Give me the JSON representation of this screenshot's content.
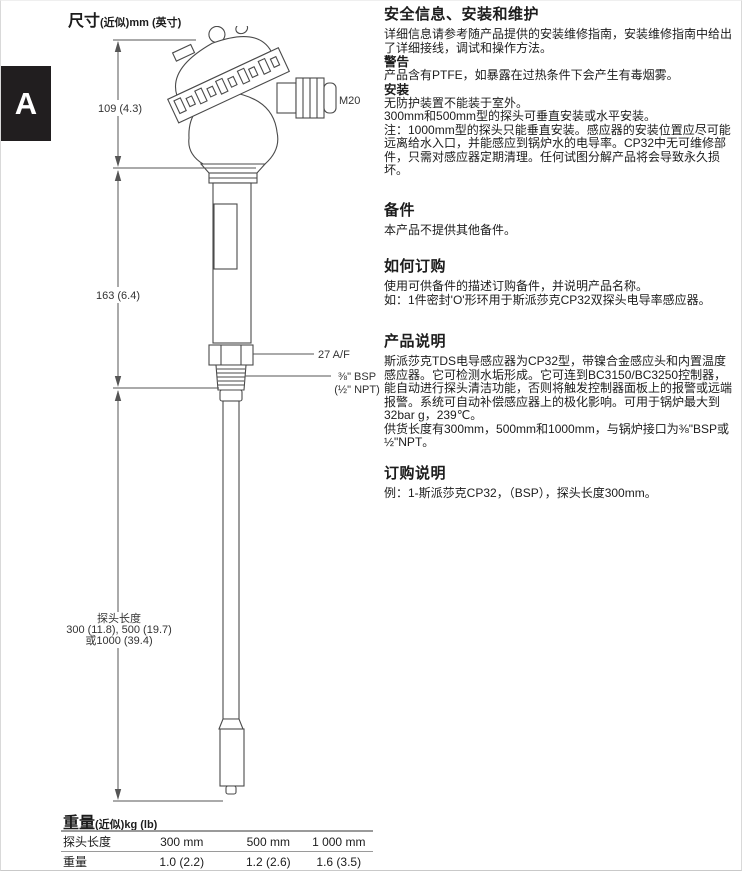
{
  "page": {
    "tab_label": "A"
  },
  "drawing": {
    "title": "尺寸",
    "title_note": "(近似)mm (英寸)",
    "dim_head_height": "109 (4.3)",
    "dim_body_height": "163 (6.4)",
    "probe_length_line1": "探头长度",
    "probe_length_line2": "300 (11.8), 500 (19.7)",
    "probe_length_line3": "或1000 (39.4)",
    "gland_label": "M20",
    "nut_label": "27 A/F",
    "thread_label_line1": "⅜\" BSP",
    "thread_label_line2": "(½\" NPT)"
  },
  "safety": {
    "heading": "安全信息、安装和维护",
    "intro": "详细信息请参考随产品提供的安装维修指南，安装维修指南中给出了详细接线，调试和操作方法。",
    "warning_heading": "警告",
    "warning_text": "产品含有PTFE，如暴露在过热条件下会产生有毒烟雾。",
    "install_heading": "安装",
    "install_text_1": "无防护装置不能装于室外。",
    "install_text_2": "300mm和500mm型的探头可垂直安装或水平安装。",
    "install_text_3": "注：1000mm型的探头只能垂直安装。感应器的安装位置应尽可能远离给水入口，并能感应到锅炉水的电导率。CP32中无可维修部件，只需对感应器定期清理。任何试图分解产品将会导致永久损坏。"
  },
  "spares": {
    "heading": "备件",
    "text": "本产品不提供其他备件。"
  },
  "how_to_order": {
    "heading": "如何订购",
    "text_1": "使用可供备件的描述订购备件，并说明产品名称。",
    "text_2": "如：1件密封'O'形环用于斯派莎克CP32双探头电导率感应器。"
  },
  "product_description": {
    "heading": "产品说明",
    "text_1": "斯派莎克TDS电导感应器为CP32型，带镍合金感应头和内置温度感应器。它可检测水垢形成。它可连到BC3150/BC3250控制器，能自动进行探头清洁功能，否则将触发控制器面板上的报警或远端报警。系统可自动补偿感应器上的极化影响。可用于锅炉最大到32bar g，239℃。",
    "text_2": "供货长度有300mm，500mm和1000mm，与锅炉接口为⅜\"BSP或½\"NPT。"
  },
  "ordering_info": {
    "heading": "订购说明",
    "text": "例：1-斯派莎克CP32，（BSP），探头长度300mm。"
  },
  "weight": {
    "title": "重量",
    "title_note": "(近似)kg (lb)",
    "table": {
      "rows": [
        [
          "探头长度",
          "300 mm",
          "500 mm",
          "1 000 mm"
        ],
        [
          "重量",
          "1.0 (2.2)",
          "1.2 (2.6)",
          "1.6 (3.5)"
        ]
      ]
    }
  }
}
